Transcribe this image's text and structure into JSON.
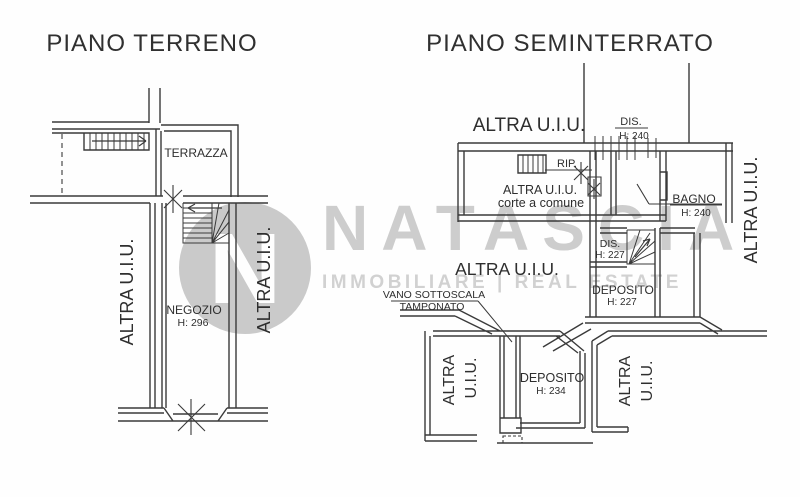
{
  "colors": {
    "line": "#3a3a3a",
    "text": "#2e2e2e",
    "watermark": "#c9c9c9",
    "background": "#ffffff"
  },
  "watermark": {
    "brand": "NATASCIA",
    "tagline": "IMMOBILIARE | REAL ESTATE",
    "logo_letter": "N"
  },
  "terreno": {
    "title": "PIANO TERRENO",
    "terrazza": "TERRAZZA",
    "negozio": "NEGOZIO",
    "negozio_height": "H: 296",
    "altra_left": "ALTRA U.I.U.",
    "altra_right": "ALTRA U.I.U."
  },
  "seminterrato": {
    "title": "PIANO SEMINTERRATO",
    "altra_top": "ALTRA U.I.U.",
    "dis_top": "DIS.",
    "dis_top_height": "H: 240",
    "rip": "RIP.",
    "altra_corte_line1": "ALTRA U.I.U.",
    "altra_corte_line2": "corte a comune",
    "bagno": "BAGNO",
    "bagno_height": "H: 240",
    "altra_far_right": "ALTRA U.I.U.",
    "dis_mid": "DIS.",
    "dis_mid_height": "H: 227",
    "altra_center": "ALTRA U.I.U.",
    "deposito_upper": "DEPOSITO",
    "deposito_upper_height": "H: 227",
    "vano_line1": "VANO SOTTOSCALA",
    "vano_line2": "TAMPONATO",
    "deposito_lower": "DEPOSITO",
    "deposito_lower_height": "H: 234",
    "altra_bottom_left_line1": "ALTRA",
    "altra_bottom_left_line2": "U.I.U.",
    "altra_bottom_right_line1": "ALTRA",
    "altra_bottom_right_line2": "U.I.U."
  }
}
